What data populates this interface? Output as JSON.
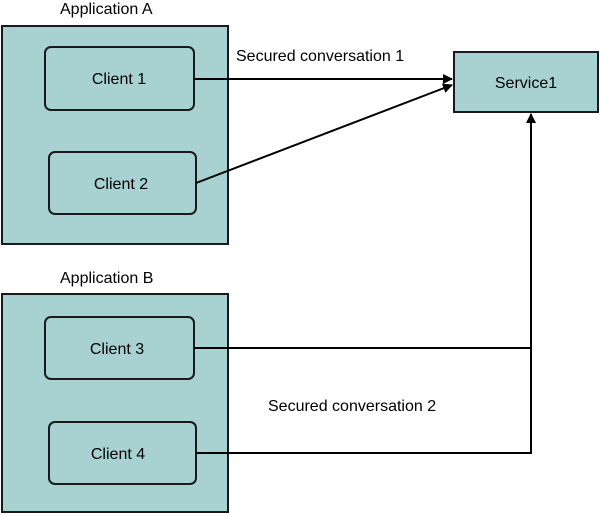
{
  "applications": [
    {
      "label": "Application A",
      "clients": [
        "Client 1",
        "Client 2"
      ]
    },
    {
      "label": "Application B",
      "clients": [
        "Client 3",
        "Client 4"
      ]
    }
  ],
  "service": {
    "label": "Service1"
  },
  "conversations": [
    {
      "label": "Secured conversation 1"
    },
    {
      "label": "Secured conversation 2"
    }
  ],
  "colors": {
    "box_fill": "#a8d1d1",
    "stroke": "#1a1a1a",
    "text": "#000000"
  }
}
